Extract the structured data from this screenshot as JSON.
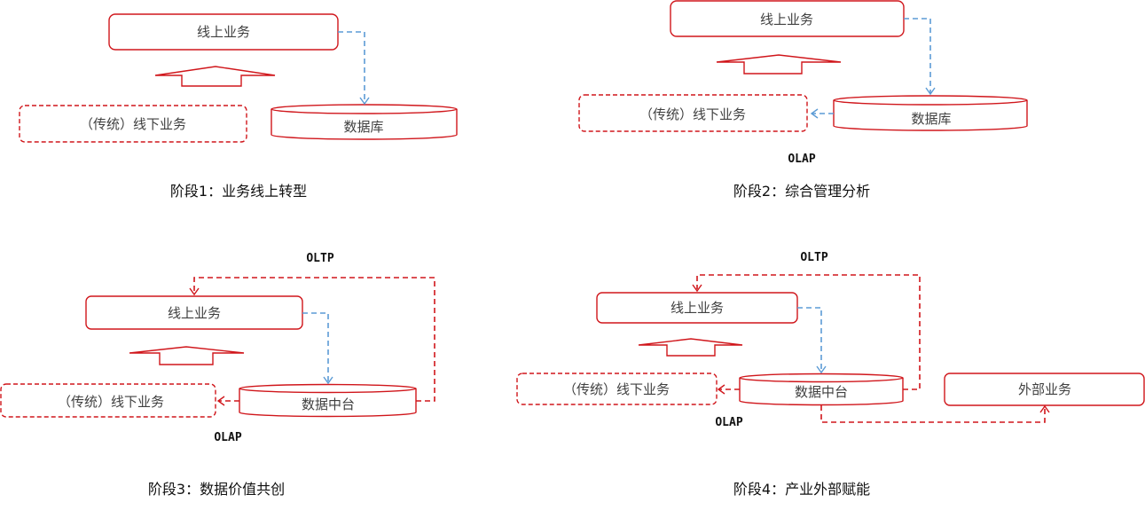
{
  "colors": {
    "primary_red": "#d0161b",
    "flow_blue": "#5b9bd5",
    "text_gray": "#404040",
    "caption_black": "#111111"
  },
  "labels": {
    "online_business": "线上业务",
    "offline_business": "（传统）线下业务",
    "database": "数据库",
    "data_middle_platform": "数据中台",
    "external_business": "外部业务",
    "olap": "OLAP",
    "oltp": "OLTP"
  },
  "stages": [
    {
      "caption": "阶段1：业务线上转型"
    },
    {
      "caption": "阶段2：综合管理分析"
    },
    {
      "caption": "阶段3：数据价值共创"
    },
    {
      "caption": "阶段4：产业外部赋能"
    }
  ]
}
